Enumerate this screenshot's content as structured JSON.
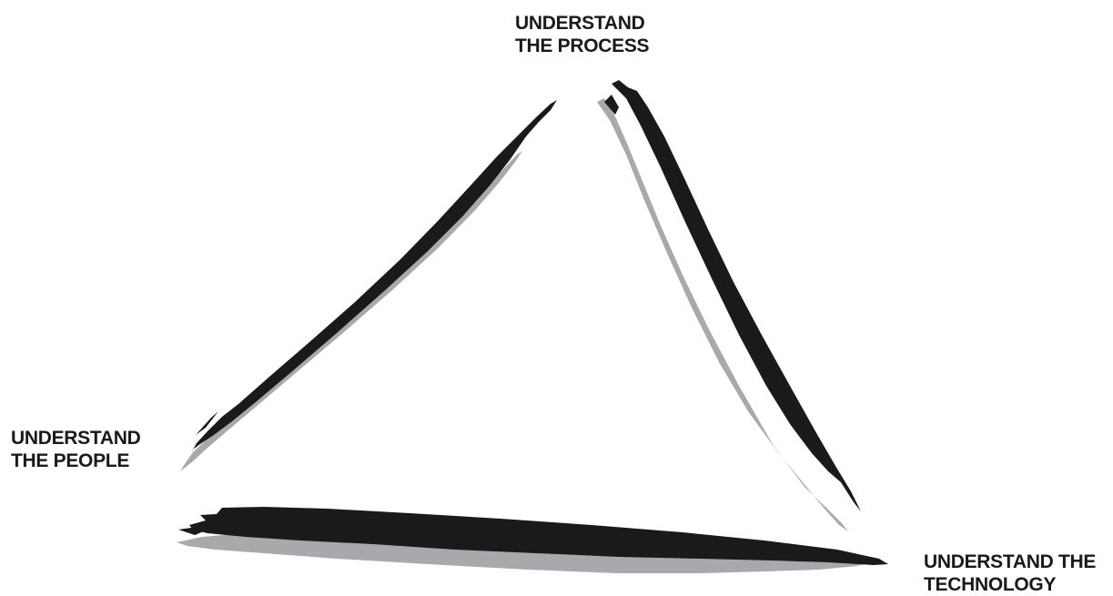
{
  "diagram": {
    "nodes": {
      "process": {
        "line1": "UNDERSTAND",
        "line2": "THE PROCESS"
      },
      "people": {
        "line1": "UNDERSTAND",
        "line2": "THE PEOPLE"
      },
      "technology": {
        "line1": "UNDERSTAND THE",
        "line2": "TECHNOLOGY"
      }
    },
    "colors": {
      "stroke": "#1a1a1a",
      "shadow": "#a7a9ac",
      "text": "#1a1a1a",
      "background": "#ffffff"
    }
  }
}
